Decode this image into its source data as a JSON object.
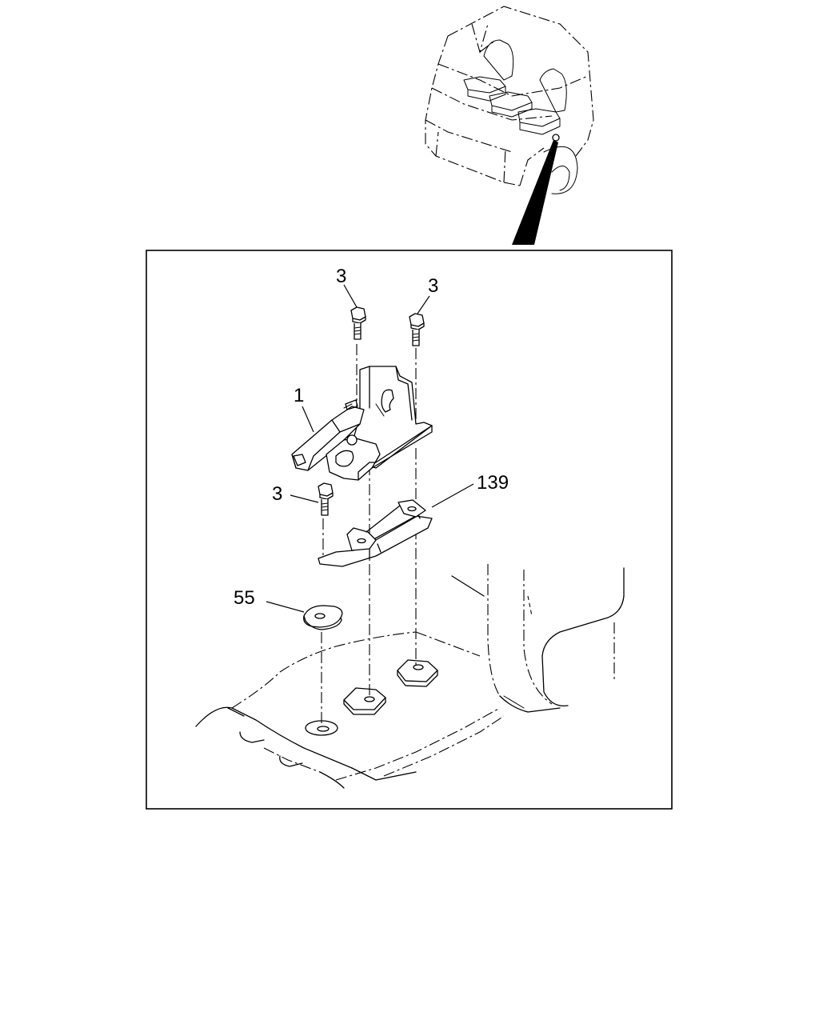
{
  "diagram": {
    "callouts": [
      {
        "id": "c1",
        "label": "1"
      },
      {
        "id": "c3a",
        "label": "3"
      },
      {
        "id": "c3b",
        "label": "3"
      },
      {
        "id": "c3c",
        "label": "3"
      },
      {
        "id": "c139",
        "label": "139"
      },
      {
        "id": "c55",
        "label": "55"
      }
    ]
  }
}
